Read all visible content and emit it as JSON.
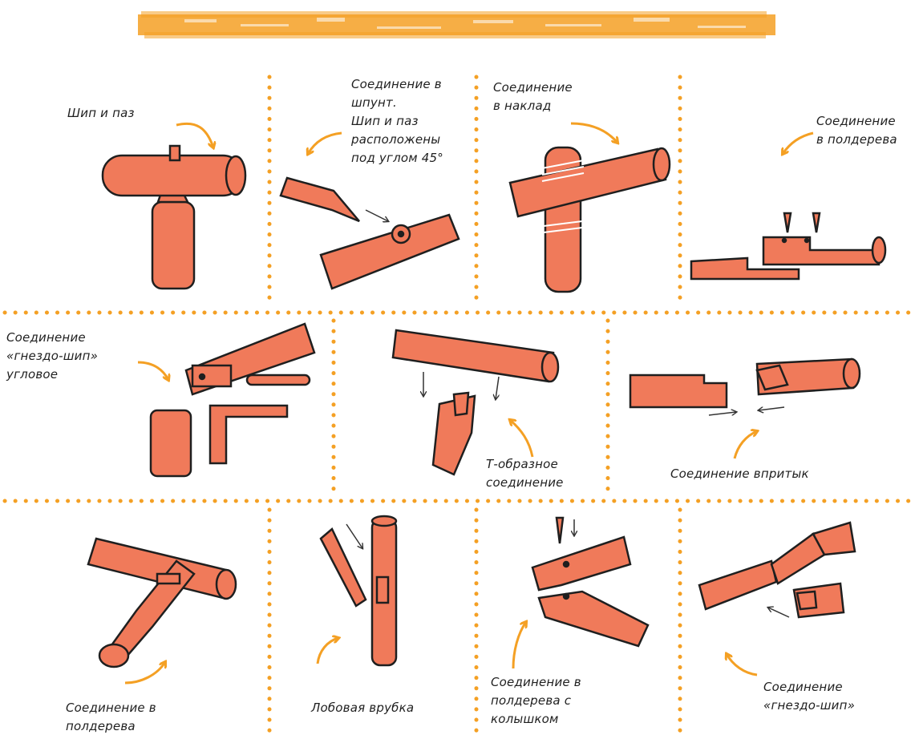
{
  "accent_color": "#f4a024",
  "wood_color": "#f07a5a",
  "outline_color": "#1f1f1f",
  "cells": [
    {
      "id": "tenon-groove",
      "label": "Шип и паз"
    },
    {
      "id": "tongue-joint",
      "label": "Соединение в\nшпунт.\nШип и паз\nрасположены\nпод углом 45°"
    },
    {
      "id": "lap-joint",
      "label": "Соединение\nв наклад"
    },
    {
      "id": "half-timber",
      "label": "Соединение\nв полдерева"
    },
    {
      "id": "corner-mortise",
      "label": "Соединение\n«гнездо-шип»\nугловое"
    },
    {
      "id": "t-joint",
      "label": "Т-образное\nсоединение"
    },
    {
      "id": "butt-joint",
      "label": "Соединение впритык"
    },
    {
      "id": "half-timber-2",
      "label": "Соединение в\nполдерева"
    },
    {
      "id": "frontal-cut",
      "label": "Лобовая врубка"
    },
    {
      "id": "half-timber-peg",
      "label": "Соединение в\nполдерева с\nколышком"
    },
    {
      "id": "mortise-tenon",
      "label": "Соединение\n«гнездо-шип»"
    }
  ]
}
